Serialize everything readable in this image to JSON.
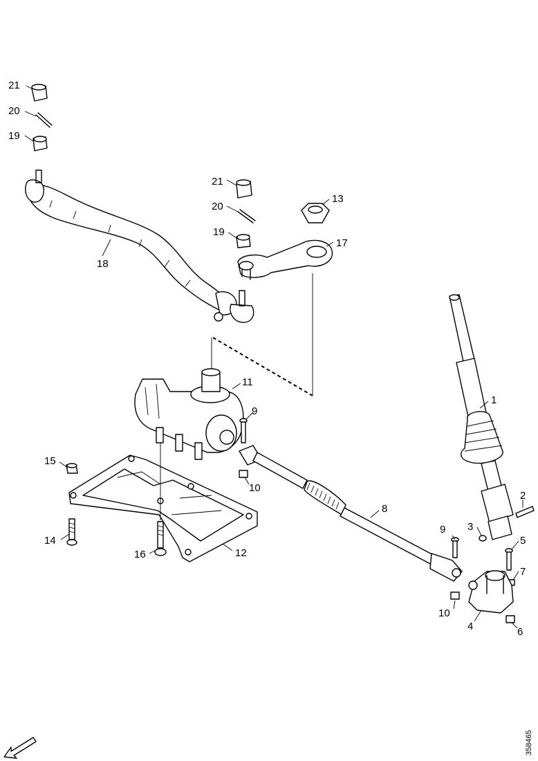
{
  "diagram": {
    "document_number": "358465",
    "callouts": [
      {
        "id": "c21a",
        "text": "21"
      },
      {
        "id": "c20a",
        "text": "20"
      },
      {
        "id": "c19a",
        "text": "19"
      },
      {
        "id": "c18",
        "text": "18"
      },
      {
        "id": "c21b",
        "text": "21"
      },
      {
        "id": "c20b",
        "text": "20"
      },
      {
        "id": "c19b",
        "text": "19"
      },
      {
        "id": "c13",
        "text": "13"
      },
      {
        "id": "c17",
        "text": "17"
      },
      {
        "id": "c11",
        "text": "11"
      },
      {
        "id": "c9a",
        "text": "9"
      },
      {
        "id": "c10a",
        "text": "10"
      },
      {
        "id": "c15",
        "text": "15"
      },
      {
        "id": "c14",
        "text": "14"
      },
      {
        "id": "c16",
        "text": "16"
      },
      {
        "id": "c12",
        "text": "12"
      },
      {
        "id": "c8",
        "text": "8"
      },
      {
        "id": "c1",
        "text": "1"
      },
      {
        "id": "c2",
        "text": "2"
      },
      {
        "id": "c3",
        "text": "3"
      },
      {
        "id": "c5",
        "text": "5"
      },
      {
        "id": "c9b",
        "text": "9"
      },
      {
        "id": "c7",
        "text": "7"
      },
      {
        "id": "c10b",
        "text": "10"
      },
      {
        "id": "c4",
        "text": "4"
      },
      {
        "id": "c6",
        "text": "6"
      }
    ]
  }
}
